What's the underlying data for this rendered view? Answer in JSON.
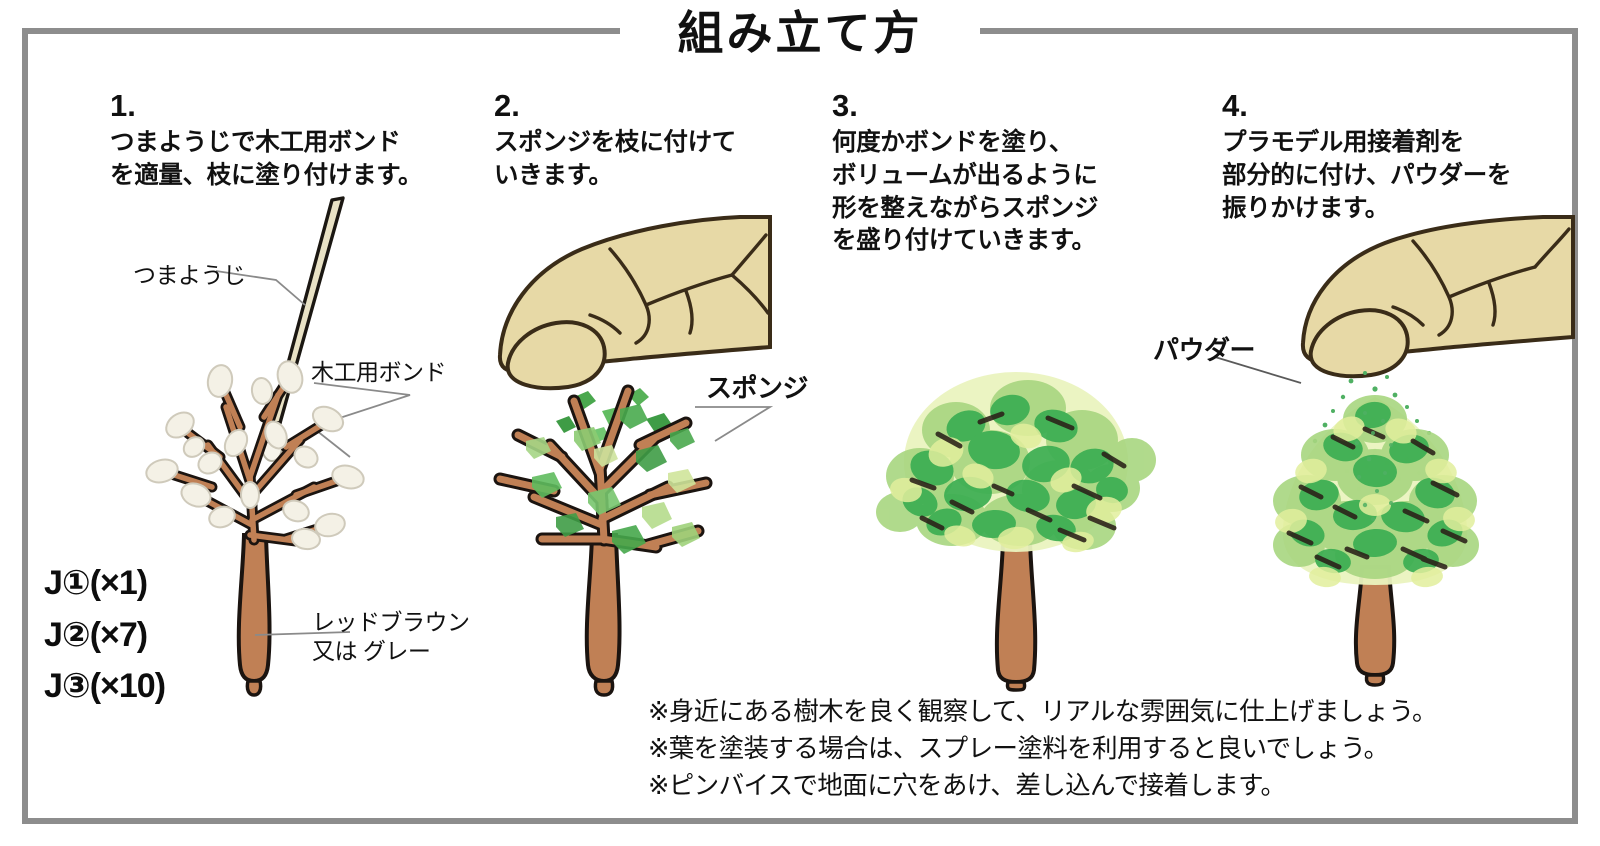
{
  "document": {
    "title": "組み立て方",
    "frame_color": "#8d8d8d"
  },
  "steps": [
    {
      "number": "1.",
      "text": "つまようじで木工用ボンド\nを適量、枝に塗り付けます。"
    },
    {
      "number": "2.",
      "text": "スポンジを枝に付けて\nいきます。"
    },
    {
      "number": "3.",
      "text": "何度かボンドを塗り、\nボリュームが出るように\n形を整えながらスポンジ\nを盛り付けていきます。"
    },
    {
      "number": "4.",
      "text": "プラモデル用接着剤を\n部分的に付け、パウダーを\n振りかけます。"
    }
  ],
  "callouts": {
    "toothpick": "つまようじ",
    "wood_glue": "木工用ボンド",
    "sponge": "スポンジ",
    "powder": "パウダー",
    "trunk_color": "レッドブラウン\n又は グレー"
  },
  "parts_list": {
    "items": [
      "J①(×1)",
      "J②(×7)",
      "J③(×10)"
    ]
  },
  "notes": {
    "text": "※身近にある樹木を良く観察して、リアルな雰囲気に仕上げましょう。\n※葉を塗装する場合は、スプレー塗料を利用すると良いでしょう。\n※ピンバイスで地面に穴をあけ、差し込んで接着します。"
  },
  "colors": {
    "trunk": "#c08055",
    "trunk_outline": "#1b1410",
    "glue_white": "#f4f1e6",
    "hand_skin": "#e7d9a6",
    "hand_outline": "#3a2c18",
    "leaf_light": "#ddeaa0",
    "leaf_mid": "#9fd27a",
    "leaf_dark": "#3cae52",
    "powder_dot": "#5ab96a",
    "toothpick": "#e9e2c5",
    "line_gray": "#9a9a9a"
  }
}
